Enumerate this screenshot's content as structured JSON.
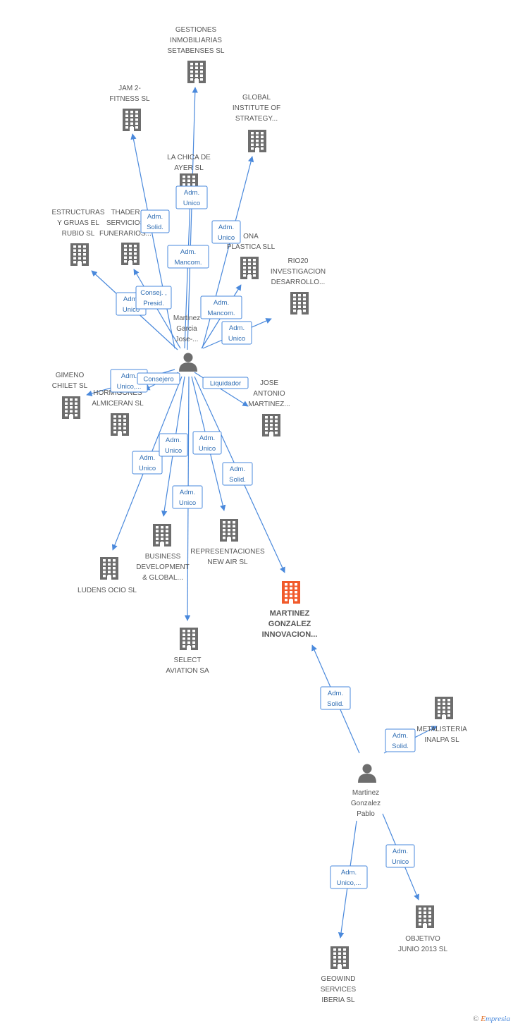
{
  "nodes": {
    "gestiones": {
      "lines": [
        "GESTIONES",
        "INMOBILIARIAS",
        "SETABENSES SL"
      ]
    },
    "jam2": {
      "lines": [
        "JAM 2-",
        "FITNESS SL"
      ]
    },
    "global": {
      "lines": [
        "GLOBAL",
        "INSTITUTE OF",
        "STRATEGY..."
      ]
    },
    "chica": {
      "lines": [
        "LA CHICA DE",
        "AYER SL"
      ]
    },
    "estructuras": {
      "lines": [
        "ESTRUCTURAS",
        "Y GRUAS EL",
        "RUBIO SL"
      ]
    },
    "thader": {
      "lines": [
        "THADER",
        "SERVICIOS",
        "FUNERARIOS..."
      ]
    },
    "ona": {
      "lines": [
        "ONA",
        "PLASTICA SLL"
      ]
    },
    "rio20": {
      "lines": [
        "RIO20",
        "INVESTIGACION",
        "DESARROLLO..."
      ]
    },
    "person1": {
      "lines": [
        "Martinez",
        "Garcia",
        "Jose-..."
      ]
    },
    "gimeno": {
      "lines": [
        "GIMENO",
        "CHILET SL"
      ]
    },
    "hormigones": {
      "lines": [
        "HORMIGONES",
        "ALMICERAN  SL"
      ]
    },
    "jose": {
      "lines": [
        "JOSE",
        "ANTONIO",
        "MARTINEZ..."
      ]
    },
    "business": {
      "lines": [
        "BUSINESS",
        "DEVELOPMENT",
        "& GLOBAL..."
      ]
    },
    "representaciones": {
      "lines": [
        "REPRESENTACIONES",
        "NEW AIR SL"
      ]
    },
    "ludens": {
      "lines": [
        "LUDENS OCIO SL"
      ]
    },
    "select": {
      "lines": [
        "SELECT",
        "AVIATION SA"
      ]
    },
    "focus": {
      "lines": [
        "MARTINEZ",
        "GONZALEZ",
        "INNOVACION..."
      ]
    },
    "metalisteria": {
      "lines": [
        "METALISTERIA",
        "INALPA  SL"
      ]
    },
    "person2": {
      "lines": [
        "Martinez",
        "Gonzalez",
        "Pablo"
      ]
    },
    "geowind": {
      "lines": [
        "GEOWIND",
        "SERVICES",
        "IBERIA  SL"
      ]
    },
    "objetivo": {
      "lines": [
        "OBJETIVO",
        "JUNIO 2013 SL"
      ]
    }
  },
  "edges": [
    {
      "from": "person1",
      "to": "gestiones",
      "role": [
        "Adm.",
        "Unico"
      ]
    },
    {
      "from": "person1",
      "to": "jam2",
      "role": [
        "Adm.",
        "Solid."
      ]
    },
    {
      "from": "person1",
      "to": "global",
      "role": [
        "Adm.",
        "Unico"
      ]
    },
    {
      "from": "person1",
      "to": "chica",
      "role": [
        "Adm.",
        "Mancom."
      ]
    },
    {
      "from": "person1",
      "to": "estructuras",
      "role": [
        "Adm.",
        "Unico"
      ]
    },
    {
      "from": "person1",
      "to": "thader",
      "role": [
        "Consej. ,",
        "Presid."
      ]
    },
    {
      "from": "person1",
      "to": "ona",
      "role": [
        "Adm.",
        "Mancom."
      ]
    },
    {
      "from": "person1",
      "to": "rio20",
      "role": [
        "Adm.",
        "Unico"
      ]
    },
    {
      "from": "person1",
      "to": "gimeno",
      "role": [
        "Adm.",
        "Unico,..."
      ]
    },
    {
      "from": "person1",
      "to": "hormigones",
      "role": [
        "Consejero"
      ]
    },
    {
      "from": "person1",
      "to": "jose",
      "role": [
        "Liquidador"
      ]
    },
    {
      "from": "person1",
      "to": "ludens",
      "role": [
        "Adm.",
        "Unico"
      ]
    },
    {
      "from": "person1",
      "to": "business",
      "role": [
        "Adm.",
        "Unico"
      ]
    },
    {
      "from": "person1",
      "to": "select",
      "role": [
        "Adm.",
        "Unico"
      ]
    },
    {
      "from": "person1",
      "to": "representaciones",
      "role": [
        "Adm.",
        "Unico"
      ]
    },
    {
      "from": "person1",
      "to": "focus",
      "role": [
        "Adm.",
        "Solid."
      ]
    },
    {
      "from": "person2",
      "to": "focus",
      "role": [
        "Adm.",
        "Solid."
      ]
    },
    {
      "from": "person2",
      "to": "metalisteria",
      "role": [
        "Adm.",
        "Solid."
      ]
    },
    {
      "from": "person2",
      "to": "geowind",
      "role": [
        "Adm.",
        "Unico,..."
      ]
    },
    {
      "from": "person2",
      "to": "objetivo",
      "role": [
        "Adm.",
        "Unico"
      ]
    }
  ],
  "colors": {
    "edge": "#4a89dc",
    "building": "#6d6d6d",
    "focus_building": "#f15a2b",
    "person": "#6d6d6d"
  },
  "footer": {
    "copyright": "©",
    "brand_first": "E",
    "brand_rest": "mpresia"
  }
}
